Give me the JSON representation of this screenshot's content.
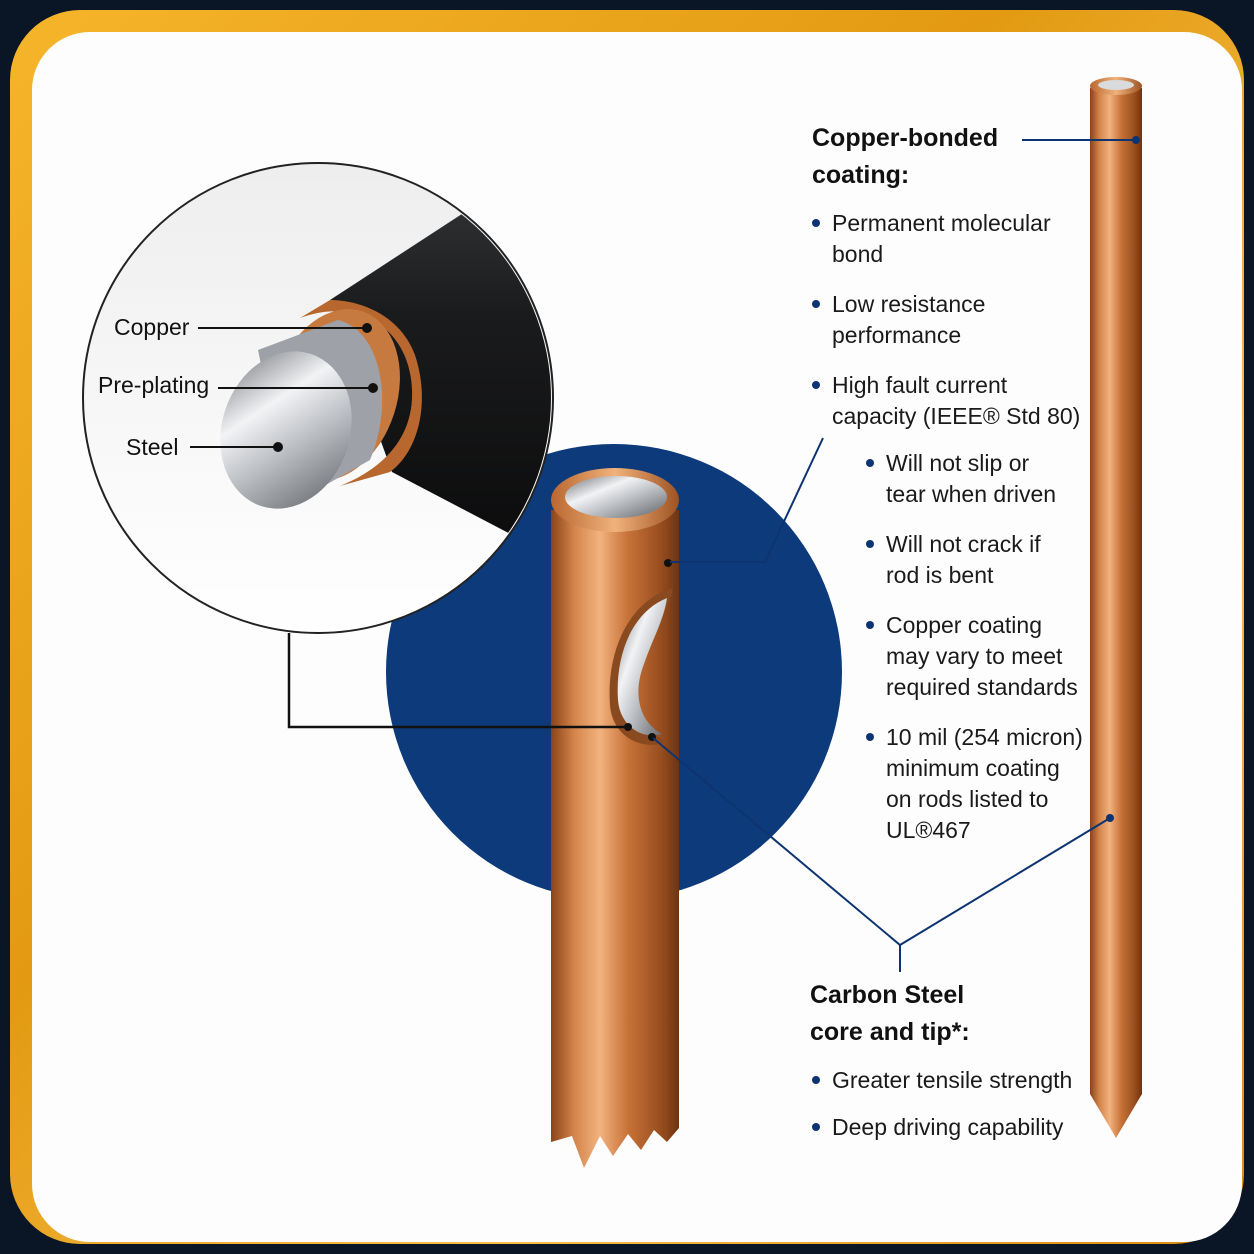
{
  "inset": {
    "copper_label": "Copper",
    "preplating_label": "Pre-plating",
    "steel_label": "Steel"
  },
  "coating": {
    "heading_line1": "Copper-bonded",
    "heading_line2": "coating:",
    "bullets": [
      {
        "line1": "Permanent molecular",
        "line2": "bond"
      },
      {
        "line1": "Low resistance",
        "line2": "performance"
      },
      {
        "line1": "High fault current",
        "line2": "capacity (IEEE® Std 80)"
      }
    ],
    "sub_bullets": [
      {
        "line1": "Will not slip or",
        "line2": "tear when driven"
      },
      {
        "line1": "Will not crack if",
        "line2": "rod is bent"
      },
      {
        "line1": "Copper coating",
        "line2": "may vary to meet",
        "line3": "required standards"
      },
      {
        "line1": "10 mil (254 micron)",
        "line2": "minimum coating",
        "line3": "on rods listed to",
        "line4": "UL®467"
      }
    ]
  },
  "core": {
    "heading_line1": "Carbon Steel",
    "heading_line2": "core and tip*:",
    "bullets": [
      {
        "line1": "Greater tensile strength"
      },
      {
        "line1": "Deep driving capability"
      }
    ]
  },
  "colors": {
    "accent_blue": "#0d3a7a",
    "copper": "#c8763c",
    "frame_gold": "#f0a922",
    "background_dark": "#0a1526"
  }
}
